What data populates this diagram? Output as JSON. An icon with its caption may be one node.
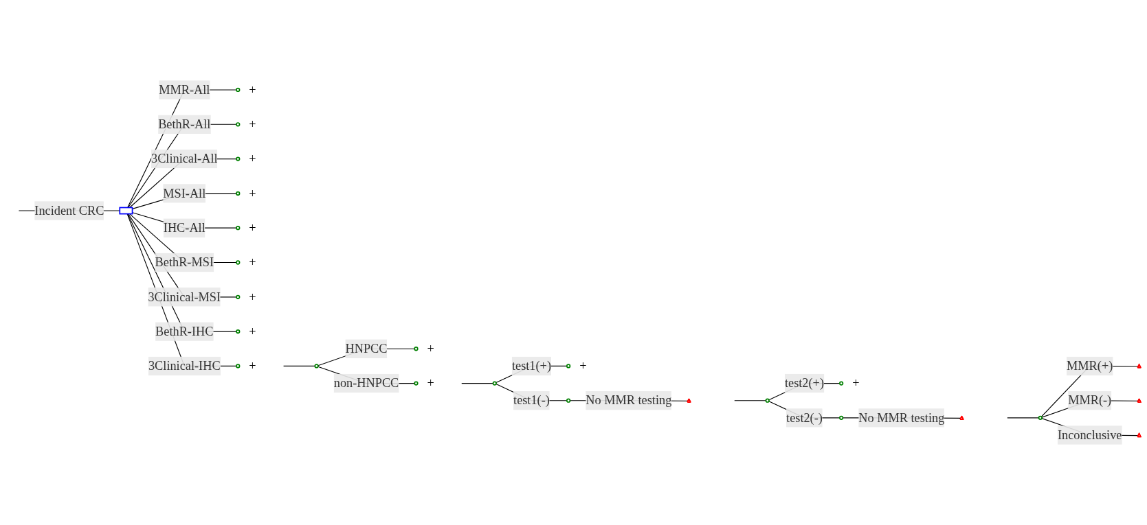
{
  "diagram": {
    "nodes": [
      {
        "text": [],
        "shape": "box"
      },
      {
        "text": [],
        "shape": "circle",
        "beside": [
          "+"
        ]
      },
      {
        "text": [],
        "shape": "circle",
        "beside": [
          "+"
        ]
      },
      {
        "text": [],
        "shape": "circle",
        "beside": [
          "+"
        ]
      },
      {
        "text": [],
        "shape": "circle",
        "beside": [
          "+"
        ]
      },
      {
        "text": [],
        "shape": "circle",
        "beside": [
          "+"
        ]
      },
      {
        "text": [],
        "shape": "circle",
        "beside": [
          "+"
        ]
      },
      {
        "text": [],
        "shape": "circle",
        "beside": [
          "+"
        ]
      },
      {
        "text": [],
        "shape": "circle",
        "beside": [
          "+"
        ]
      },
      {
        "text": [],
        "shape": "circle",
        "beside": [
          "+"
        ]
      },
      {
        "text": [],
        "shape": "circle"
      },
      {
        "text": [],
        "shape": "circle",
        "beside": [
          "+"
        ]
      },
      {
        "text": [],
        "shape": "circle",
        "beside": [
          "+"
        ]
      },
      {
        "text": [],
        "shape": "circle"
      },
      {
        "text": [],
        "shape": "circle",
        "beside": [
          "+"
        ]
      },
      {
        "text": [],
        "shape": "circle"
      },
      {
        "text": [],
        "shape": "triangle"
      },
      {
        "text": [],
        "shape": "circle"
      },
      {
        "text": [],
        "shape": "circle",
        "beside": [
          "+"
        ]
      },
      {
        "text": [],
        "shape": "circle"
      },
      {
        "text": [],
        "shape": "triangle"
      },
      {
        "text": [],
        "shape": "circle"
      },
      {
        "text": [],
        "shape": "triangle"
      },
      {
        "text": [],
        "shape": "triangle"
      },
      {
        "text": [],
        "shape": "triangle"
      }
    ],
    "edges": [
      {
        "from": null,
        "to": 0,
        "arrow": "none",
        "label": "Incident CRC"
      },
      {
        "from": 0,
        "to": 1,
        "arrow": "none",
        "label": "MMR-All"
      },
      {
        "from": 0,
        "to": 2,
        "arrow": "none",
        "label": "BethR-All"
      },
      {
        "from": 0,
        "to": 3,
        "arrow": "none",
        "label": "3Clinical-All"
      },
      {
        "from": 0,
        "to": 4,
        "arrow": "none",
        "label": "MSI-All"
      },
      {
        "from": 0,
        "to": 5,
        "arrow": "none",
        "label": "IHC-All"
      },
      {
        "from": 0,
        "to": 6,
        "arrow": "none",
        "label": "BethR-MSI"
      },
      {
        "from": 0,
        "to": 7,
        "arrow": "none",
        "label": "3Clinical-MSI"
      },
      {
        "from": 0,
        "to": 8,
        "arrow": "none",
        "label": "BethR-IHC"
      },
      {
        "from": 0,
        "to": 9,
        "arrow": "none",
        "label": "3Clinical-IHC"
      },
      {
        "from": null,
        "to": 10,
        "arrow": "none"
      },
      {
        "from": 10,
        "to": 11,
        "arrow": "none",
        "label": "HNPCC"
      },
      {
        "from": 10,
        "to": 12,
        "arrow": "none",
        "label": "non-HNPCC"
      },
      {
        "from": null,
        "to": 13,
        "arrow": "none"
      },
      {
        "from": 13,
        "to": 14,
        "arrow": "none",
        "label": "test1(+)"
      },
      {
        "from": 13,
        "to": 15,
        "arrow": "none",
        "label": "test1(-)"
      },
      {
        "from": 15,
        "to": 16,
        "arrow": "none",
        "label": "No MMR testing"
      },
      {
        "from": null,
        "to": 17,
        "arrow": "none"
      },
      {
        "from": 17,
        "to": 18,
        "arrow": "none",
        "label": "test2(+)"
      },
      {
        "from": 17,
        "to": 19,
        "arrow": "none",
        "label": "test2(-)"
      },
      {
        "from": 19,
        "to": 20,
        "arrow": "none",
        "label": "No MMR testing"
      },
      {
        "from": null,
        "to": 21,
        "arrow": "none"
      },
      {
        "from": 21,
        "to": 22,
        "arrow": "none",
        "label": "MMR(+)"
      },
      {
        "from": 21,
        "to": 23,
        "arrow": "none",
        "label": "MMR(-)"
      },
      {
        "from": 21,
        "to": 24,
        "arrow": "none",
        "label": "Inconclusive"
      }
    ]
  }
}
